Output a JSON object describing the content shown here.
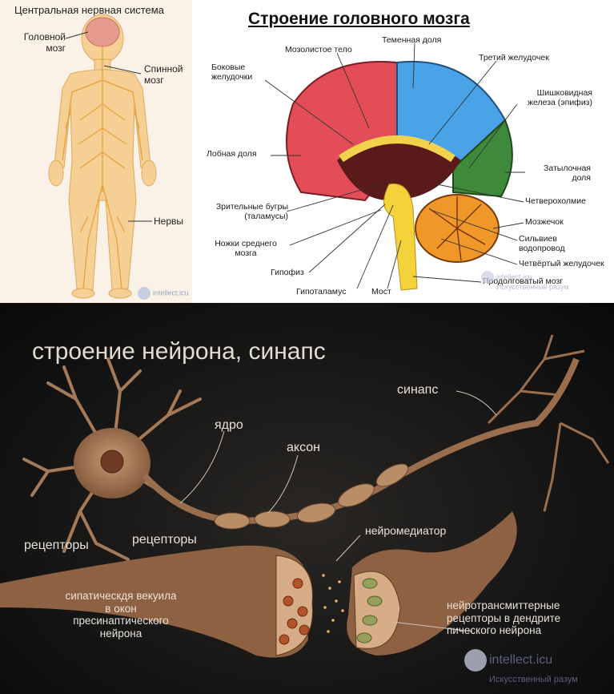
{
  "cns": {
    "title": "Центральная нервная система",
    "label_brain": "Головной мозг",
    "label_spinal": "Спинной мозг",
    "label_nerves": "Нервы",
    "watermark": "intellect.icu"
  },
  "brain": {
    "title": "Строение головного мозга",
    "labels": {
      "corpus_callosum": "Мозолистое тело",
      "parietal": "Теменная доля",
      "lateral_ventricles": "Боковые желудочки",
      "third_ventricle": "Третий желудочек",
      "pineal": "Шишковидная железа (эпифиз)",
      "frontal": "Лобная доля",
      "occipital": "Затылочная доля",
      "quadrigemina": "Четверохолмие",
      "thalamus": "Зрительные бугры (таламусы)",
      "cerebellum": "Мозжечок",
      "cerebral_peduncles": "Ножки среднего мозга",
      "aqueduct": "Сильвиев водопровод",
      "fourth_ventricle": "Четвёртый желудочек",
      "pituitary": "Гипофиз",
      "medulla": "Продолговатый мозг",
      "hypothalamus": "Гипоталамус",
      "pons": "Мост"
    },
    "watermark": "intellect.icu",
    "watermark_sub": "Искусственный разум"
  },
  "neuron": {
    "title": "строение нейрона, синапс",
    "label_nucleus": "ядро",
    "label_axon": "аксон",
    "label_synapse": "синапс",
    "label_receptors_left": "рецепторы",
    "label_receptors_mid": "рецепторы",
    "label_neuromediator": "нейромедиатор",
    "label_vesicle": "сипатическдя векуила в окон пресинаптического нейрона",
    "label_neurotransmitter": "нейротрансмиттерные рецепторы в дендрите пического нейрона",
    "watermark": "intellect.icu",
    "watermark_sub": "Искусственный разум"
  }
}
